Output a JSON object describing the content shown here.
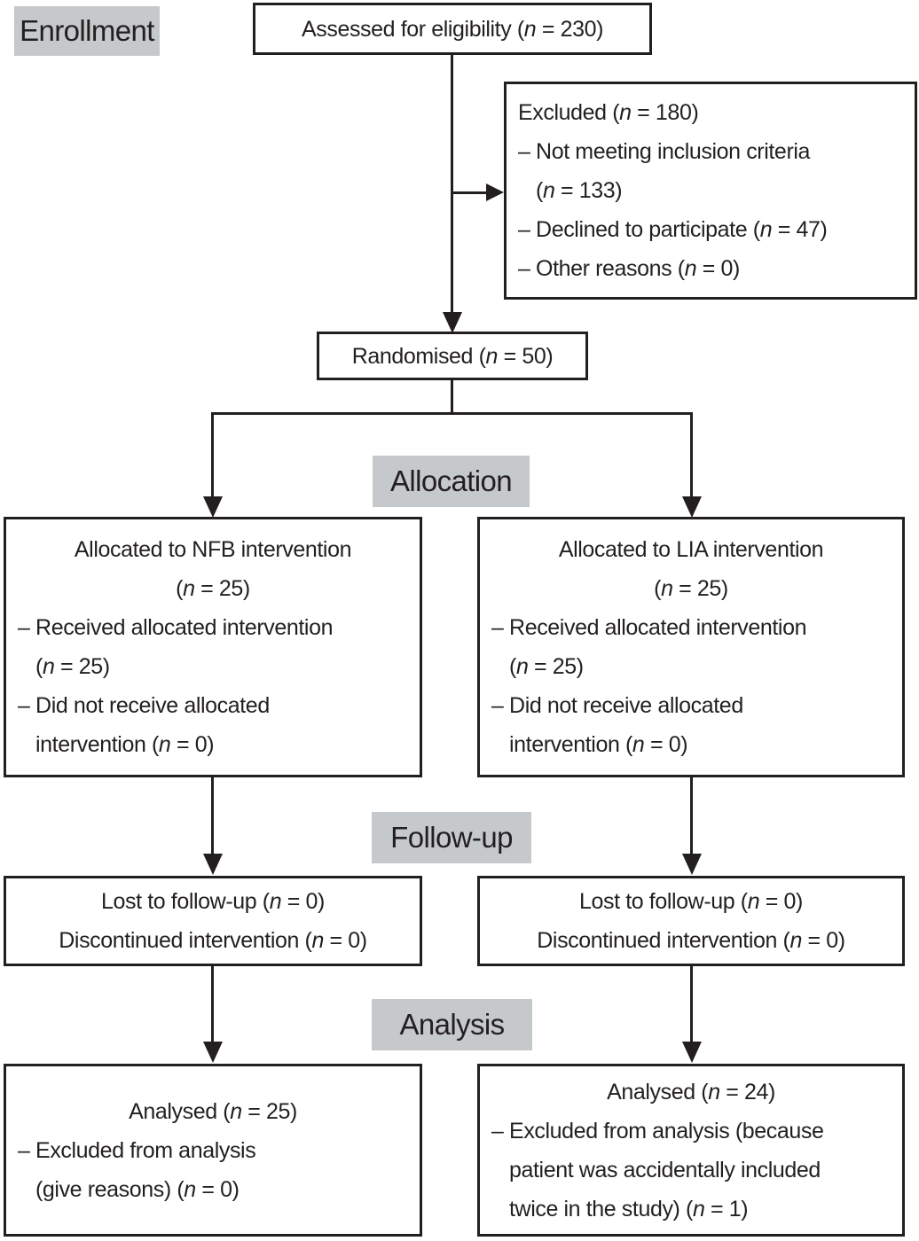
{
  "palette": {
    "ink": "#231f20",
    "labelbg": "#c6c9cb",
    "paper": "#ffffff"
  },
  "stages": {
    "enrollment": "Enrollment",
    "allocation": "Allocation",
    "followup": "Follow-up",
    "analysis": "Analysis"
  },
  "flow": {
    "assessed": {
      "text": "Assessed for eligibility (n = 230)"
    },
    "excluded": {
      "title": "Excluded (n = 180)",
      "lines": [
        "– Not meeting inclusion criteria",
        "(n = 133)",
        "– Declined to participate (n = 47)",
        "– Other reasons (n = 0)"
      ]
    },
    "randomised": {
      "text": "Randomised (n = 50)"
    },
    "alloc_left": {
      "lines": [
        "Allocated to NFB intervention",
        "(n = 25)",
        "– Received allocated intervention",
        "(n = 25)",
        "– Did not receive allocated",
        "intervention (n = 0)"
      ]
    },
    "alloc_right": {
      "lines": [
        "Allocated to LIA intervention",
        "(n = 25)",
        "– Received allocated intervention",
        "(n = 25)",
        "– Did not receive allocated",
        "intervention (n = 0)"
      ]
    },
    "followup_left": {
      "lines": [
        "Lost to follow-up (n = 0)",
        "Discontinued intervention (n = 0)"
      ]
    },
    "followup_right": {
      "lines": [
        "Lost to follow-up (n = 0)",
        "Discontinued intervention (n = 0)"
      ]
    },
    "analysis_left": {
      "lines": [
        "Analysed (n = 25)",
        "– Excluded from analysis",
        "(give reasons) (n = 0)"
      ]
    },
    "analysis_right": {
      "lines": [
        "Analysed (n = 24)",
        "– Excluded from analysis (because",
        "patient was accidentally included",
        "twice in the study) (n = 1)"
      ]
    }
  }
}
